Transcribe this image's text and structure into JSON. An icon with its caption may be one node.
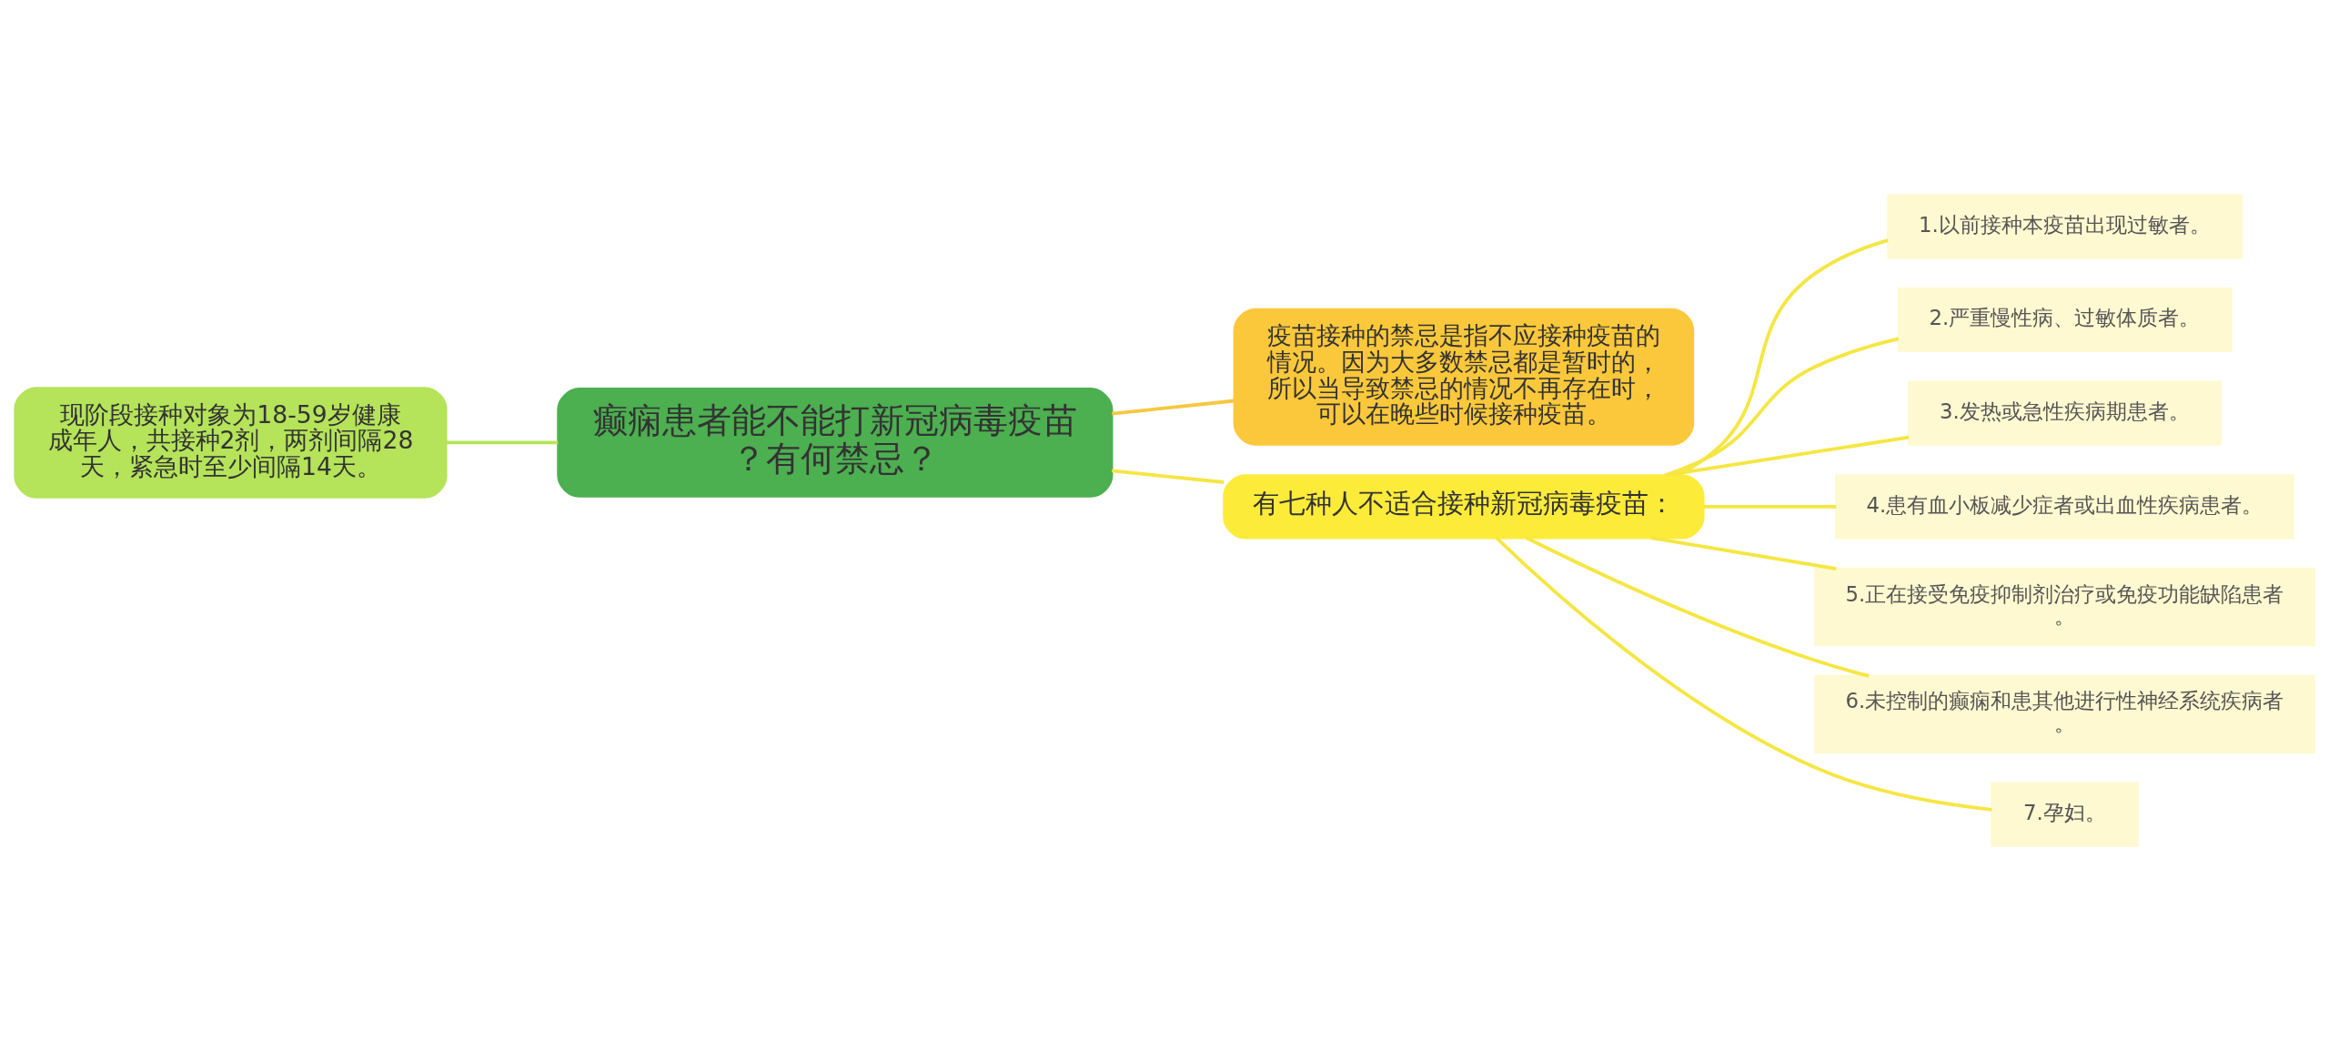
{
  "diagram": {
    "nodes": [
      {
        "text": [
          "癫痫患者能不能打新冠病毒疫苗？有何禁忌？"
        ]
      },
      {
        "text": [
          "现阶段接种对象为18-59岁健康成年人，共接种2剂，两剂间隔28天，紧急时至少间隔14天。"
        ]
      },
      {
        "text": [
          "疫苗接种的禁忌是指不应接种疫苗的情况。因为大多数禁忌都是暂时的，所以当导致禁忌的情况不再存在时，可以在晚些时候接种疫苗。"
        ]
      },
      {
        "text": [
          "有七种人不适合接种新冠病毒疫苗："
        ]
      },
      {
        "text": [
          "1.以前接种本疫苗出现过敏者。"
        ]
      },
      {
        "text": [
          "2.严重慢性病、过敏体质者。"
        ]
      },
      {
        "text": [
          "3.发热或急性疾病期患者。"
        ]
      },
      {
        "text": [
          "4.患有血小板减少症者或出血性疾病患者。"
        ]
      },
      {
        "text": [
          "5.正在接受免疫抑制剂治疗或免疫功能缺陷患者。"
        ]
      },
      {
        "text": [
          "6.未控制的癫痫和患其他进行性神经系统疾病者。"
        ]
      },
      {
        "text": [
          "7.孕妇。"
        ]
      }
    ],
    "edges": [
      {
        "from": 1,
        "to": 0,
        "arrow": "none",
        "color": "#b5e35a"
      },
      {
        "from": 0,
        "to": 2,
        "arrow": "none",
        "color": "#f5c842"
      },
      {
        "from": 0,
        "to": 3,
        "arrow": "none"
      },
      {
        "from": 3,
        "to": 4,
        "arrow": "none"
      },
      {
        "from": 3,
        "to": 5,
        "arrow": "none"
      },
      {
        "from": 3,
        "to": 6,
        "arrow": "none"
      },
      {
        "from": 3,
        "to": 7,
        "arrow": "none"
      },
      {
        "from": 3,
        "to": 8,
        "arrow": "none"
      },
      {
        "from": 3,
        "to": 9,
        "arrow": "none"
      },
      {
        "from": 3,
        "to": 10,
        "arrow": "none"
      }
    ]
  }
}
